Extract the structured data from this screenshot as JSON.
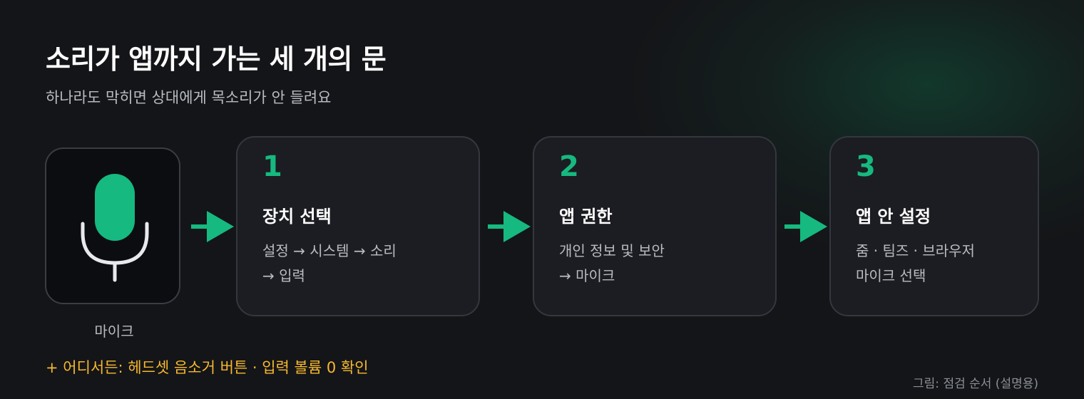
{
  "title": "소리가 앱까지 가는 세 개의 문",
  "subtitle": "하나라도 막히면 상대에게 목소리가 안 들려요",
  "mic": {
    "label": "마이크",
    "icon": "microphone-icon"
  },
  "steps": [
    {
      "number": "1",
      "title": "장치 선택",
      "line1": "설정 → 시스템 → 소리",
      "line2": "→ 입력"
    },
    {
      "number": "2",
      "title": "앱 권한",
      "line1": "개인 정보 및 보안",
      "line2": "→ 마이크"
    },
    {
      "number": "3",
      "title": "앱 안 설정",
      "line1": "줌 · 팀즈 · 브라우저",
      "line2": "마이크 선택"
    }
  ],
  "note": "+ 어디서든: 헤드셋 음소거 버튼 · 입력 볼륨 0 확인",
  "caption": "그림: 점검 순서 (설명용)",
  "colors": {
    "accent": "#16b97f",
    "warning": "#f7b92e",
    "background": "#141518",
    "card": "#1c1d22"
  }
}
